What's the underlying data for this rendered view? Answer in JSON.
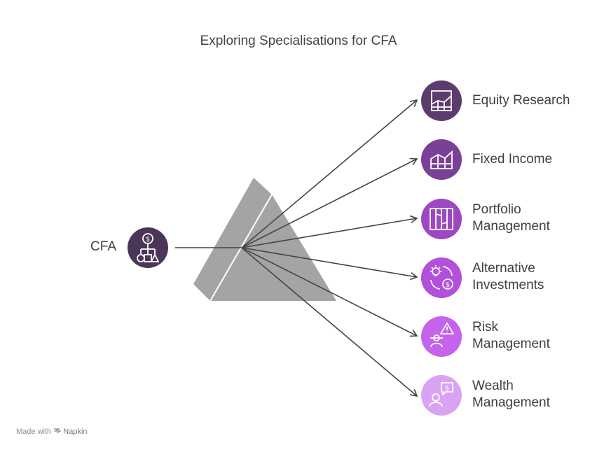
{
  "title": "Exploring Specialisations for CFA",
  "source": {
    "label": "CFA",
    "icon": "flowchart-dollar-icon",
    "color": "#4b3658"
  },
  "specialisations": [
    {
      "line1": "Equity Research",
      "line2": "",
      "icon": "growth-chart-icon",
      "color": "#5c3c6e"
    },
    {
      "line1": "Fixed Income",
      "line2": "",
      "icon": "bond-chart-icon",
      "color": "#7a3f96"
    },
    {
      "line1": "Portfolio",
      "line2": "Management",
      "icon": "columns-icon",
      "color": "#9c48c0"
    },
    {
      "line1": "Alternative",
      "line2": "Investments",
      "icon": "idea-cycle-icon",
      "color": "#b24fdb"
    },
    {
      "line1": "Risk",
      "line2": "Management",
      "icon": "risk-warning-icon",
      "color": "#c563ea"
    },
    {
      "line1": "Wealth",
      "line2": "Management",
      "icon": "advisor-money-icon",
      "color": "#d9a3f3"
    }
  ],
  "footer": {
    "made_with": "Made with",
    "brand": "Napkin"
  }
}
